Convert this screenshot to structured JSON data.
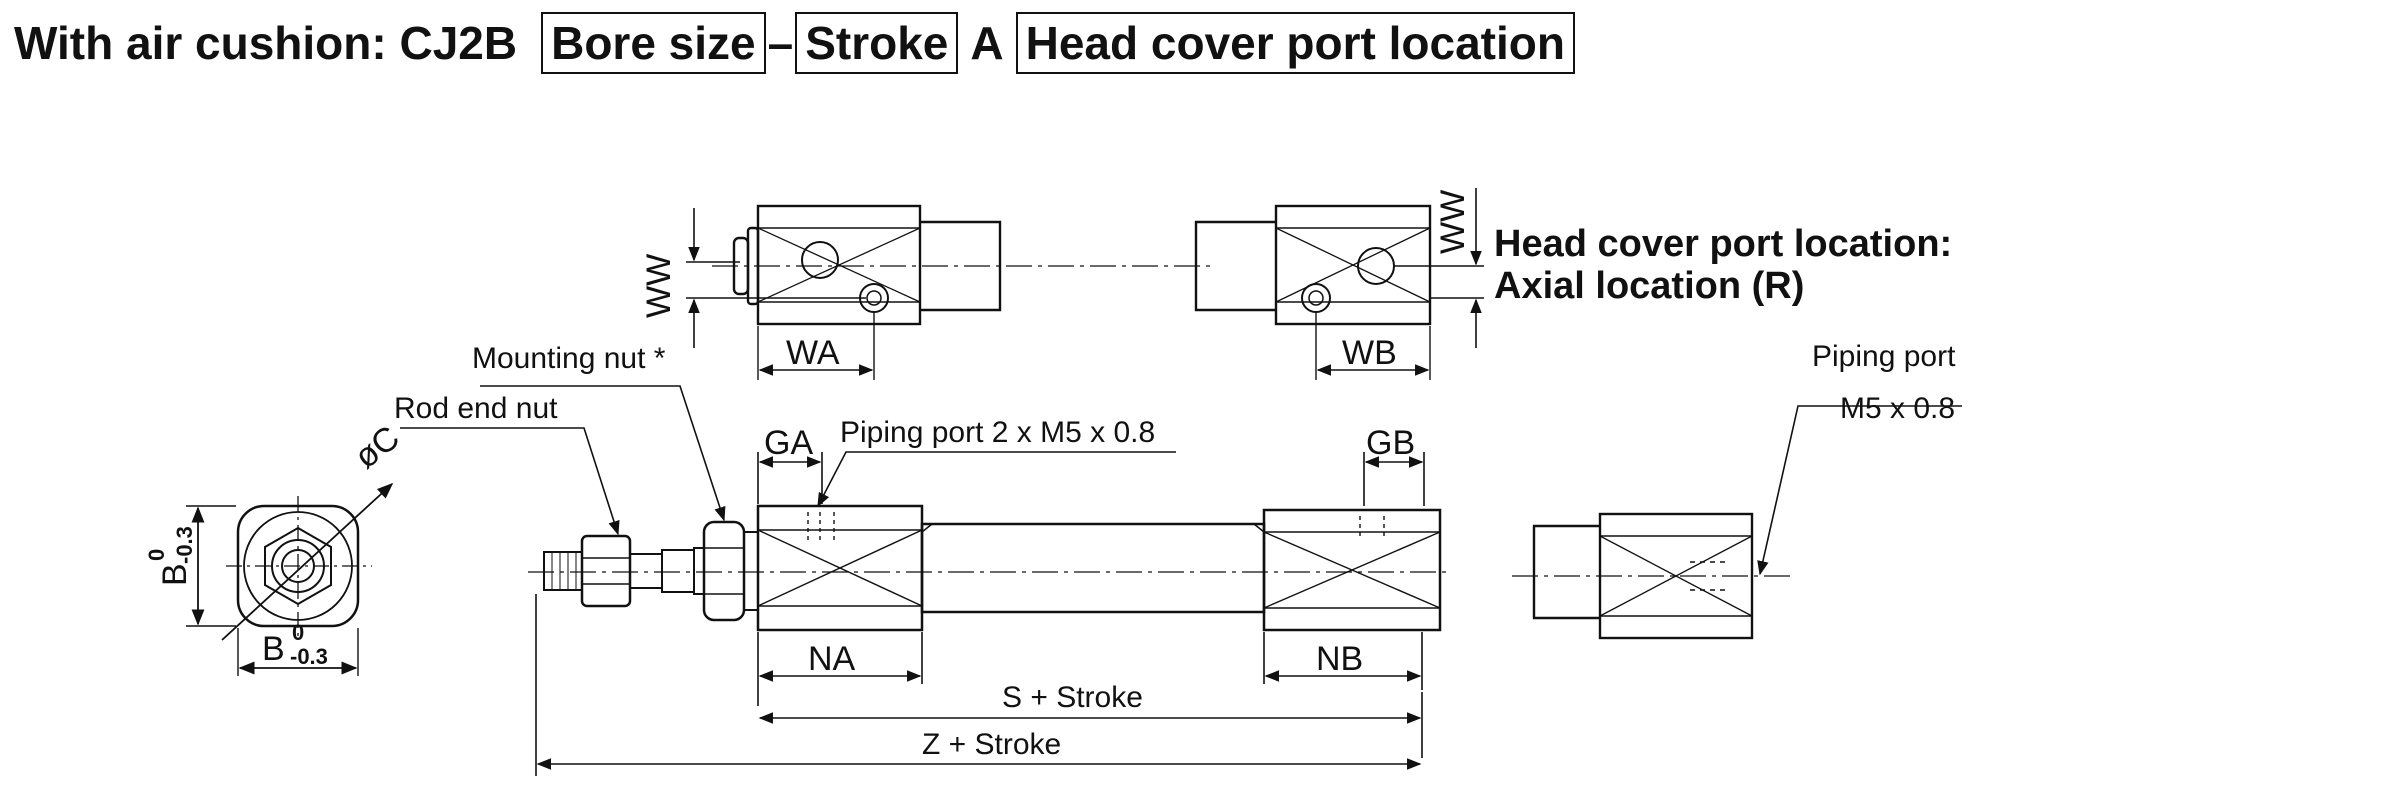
{
  "title": {
    "prefix": "With air cushion: CJ2B",
    "box_bore": "Bore size",
    "dash": "–",
    "box_stroke": "Stroke",
    "letter": "A",
    "box_port": "Head cover port location"
  },
  "diagram": {
    "head_cover_title_line1": "Head cover port location:",
    "head_cover_title_line2": "Axial location (R)",
    "dims": {
      "ww_left": "WW",
      "ww_right": "WW",
      "wa": "WA",
      "wb": "WB",
      "ga": "GA",
      "gb": "GB",
      "na": "NA",
      "nb": "NB",
      "s_stroke": "S + Stroke",
      "z_stroke": "Z + Stroke",
      "phi_c": "øC",
      "b_vertical": "B",
      "b_horizontal": "B",
      "tol_upper": "0",
      "tol_lower": "-0.3"
    },
    "labels": {
      "mounting_nut": "Mounting nut *",
      "rod_end_nut": "Rod end nut",
      "piping_port_main": "Piping port  2 x M5 x 0.8",
      "piping_port_right_line1": "Piping port",
      "piping_port_right_line2": "M5 x 0.8"
    }
  }
}
